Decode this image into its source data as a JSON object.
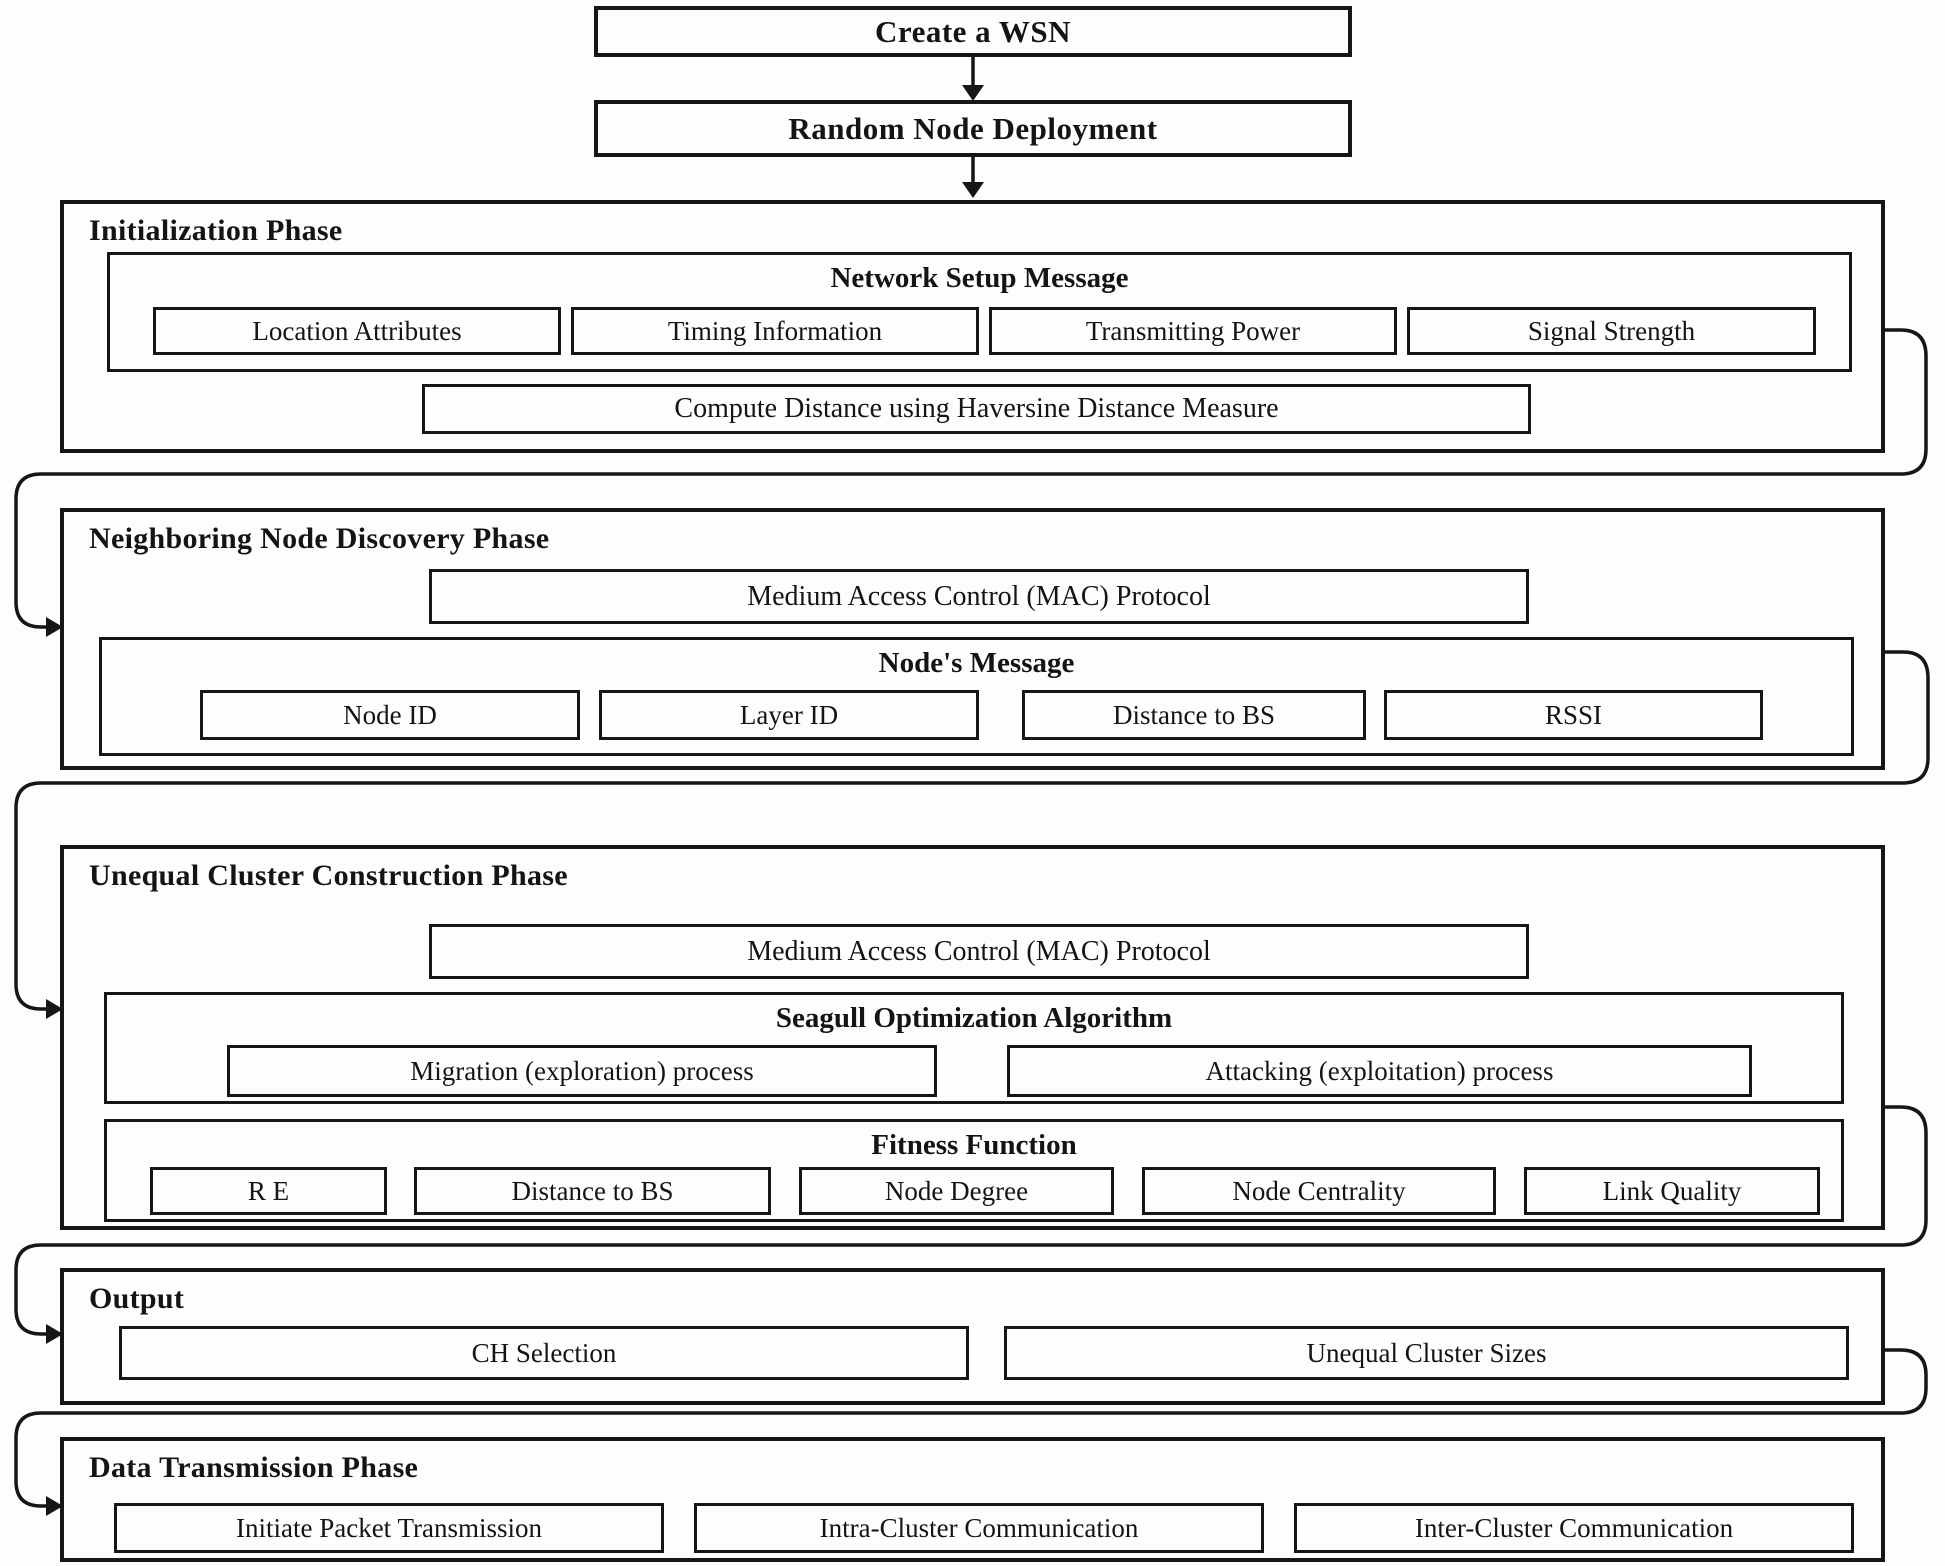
{
  "top": {
    "create_wsn": "Create a WSN",
    "random_deployment": "Random Node Deployment"
  },
  "phases": {
    "initialization": {
      "title": "Initialization Phase",
      "network_setup": {
        "title": "Network Setup Message",
        "items": [
          "Location Attributes",
          "Timing Information",
          "Transmitting Power",
          "Signal Strength"
        ]
      },
      "compute_distance": "Compute Distance using Haversine Distance Measure"
    },
    "neighboring": {
      "title": "Neighboring Node Discovery Phase",
      "mac": "Medium Access Control (MAC) Protocol",
      "nodes_message": {
        "title": "Node's Message",
        "items": [
          "Node ID",
          "Layer ID",
          "Distance to BS",
          "RSSI"
        ]
      }
    },
    "unequal_cluster": {
      "title": "Unequal Cluster Construction Phase",
      "mac": "Medium Access Control (MAC) Protocol",
      "seagull": {
        "title": "Seagull Optimization Algorithm",
        "items": [
          "Migration (exploration) process",
          "Attacking (exploitation) process"
        ]
      },
      "fitness": {
        "title": "Fitness Function",
        "items": [
          "R E",
          "Distance to BS",
          "Node Degree",
          "Node Centrality",
          "Link Quality"
        ]
      }
    },
    "output": {
      "title": "Output",
      "items": [
        "CH Selection",
        "Unequal Cluster Sizes"
      ]
    },
    "data_transmission": {
      "title": "Data Transmission Phase",
      "items": [
        "Initiate Packet Transmission",
        "Intra-Cluster Communication",
        "Inter-Cluster Communication"
      ]
    }
  },
  "colors": {
    "line": "#161616",
    "background": "#fdfdfd"
  }
}
